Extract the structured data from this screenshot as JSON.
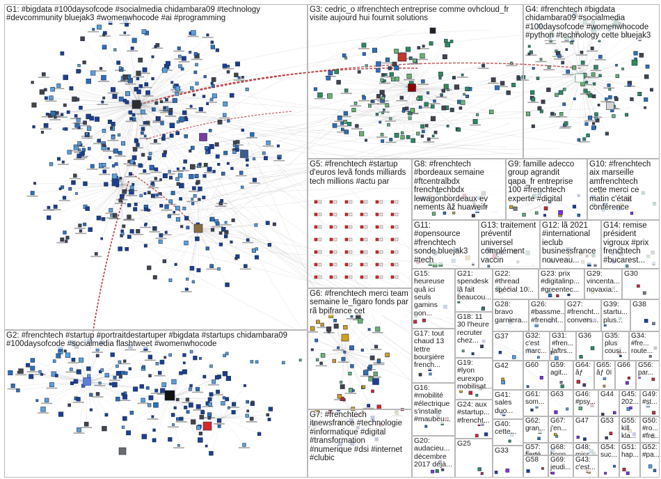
{
  "groups": [
    {
      "id": "G1",
      "label": "G1: #bigdata #100daysofcode #socialmedia chidambara09 #technology\n#devcommunity bluejak3 #womenwhocode #ai #programming"
    },
    {
      "id": "G2",
      "label": "G2: #frenchtech #startup #portraitdestartuper #bigdata #startups chidambara09\n#100daysofcode #socialmedia flashtweet #womenwhocode"
    },
    {
      "id": "G3",
      "label": "G3: cedric_o #frenchtech entreprise comme ovhcloud_fr\nvisite aujourd hui fournit solutions"
    },
    {
      "id": "G4",
      "label": "G4: #frenchtech #bigdata\nchidambara09 #socialmedia\n#100daysofcode #womenwhocode\n#python #technology cette bluejak3"
    },
    {
      "id": "G5",
      "label": "G5: #frenchtech #startup\nd'euros levã fonds milliards\ntech millions #actu par"
    },
    {
      "id": "G6",
      "label": "G6: #frenchtech merci team\nsemaine le_figaro fonds par\nrã bpifrance cet"
    },
    {
      "id": "G7",
      "label": "G7: #frenchtech\nitnewsfrance #technologie\n#informatique #digital\n#transformation\n#numerique #dsi #internet\n#clubic"
    },
    {
      "id": "G8",
      "label": "G8: #frenchtech\n#bordeaux semaine\n#ftcentralbdx\nfrenchtechbdx\nlewagonbordeaux ev\nnements ãž huaweifr"
    },
    {
      "id": "G9",
      "label": "G9: famille adecco\ngroup agrandit\nqapa_fr entreprise\n100 #frenchtech\nexperte #digital"
    },
    {
      "id": "G10",
      "label": "G10: #frenchtech\naix marseille\namfrenchtech\ncette merci ce\nmatin c'était\nconférence"
    },
    {
      "id": "G11",
      "label": "G11:\n#opensource\n#frenchtech\nsonde bluejak3\n#tech"
    },
    {
      "id": "G12",
      "label": "G12: lã 2021\n#international\nieclub\nbusinessfrance\nnouveau..."
    },
    {
      "id": "G13",
      "label": "G13: traitement\npréventif\nuniversel\ncomplément\nvaccin"
    },
    {
      "id": "G14",
      "label": "G14: remise\nprésident\nvigroux #prix\nfrenchtech\n#bucarest..."
    },
    {
      "id": "G15",
      "label": "G15:\nheureuse\nquã ici\nseuls\ngamins\nnon..."
    },
    {
      "id": "G16",
      "label": "G16:\n#mobilité\n#électrique\ns'installe\n#maubeu..."
    },
    {
      "id": "G17",
      "label": "G17: tout\nchaud 13\nlettre\nboursière\nfrench..."
    },
    {
      "id": "G18",
      "label": "G18: 11\n30 l'heure\nrecruter\nchez..."
    },
    {
      "id": "G19",
      "label": "G19:\n#lyon\neurexpo\nmobilisat..."
    },
    {
      "id": "G20",
      "label": "G20:\naudacieu...\ndécembre\n2017 déjà..."
    },
    {
      "id": "G21",
      "label": "G21:\nspendesk\nlã fait\nbeaucou..."
    },
    {
      "id": "G22",
      "label": "G22:\n#thread\nspécial 10..."
    },
    {
      "id": "G23",
      "label": "G23: prix\n#digitalinp...\n#greentec..."
    },
    {
      "id": "G24",
      "label": "G24: aux\n#startup...\n#frencht..."
    },
    {
      "id": "G25",
      "label": "G25"
    },
    {
      "id": "G26",
      "label": "G26:\n#bassme...\n#frencht..."
    },
    {
      "id": "G27",
      "label": "G27:\n#frencht...\nconvers..."
    },
    {
      "id": "G28",
      "label": "G28:\nbravo\ngarniera..."
    },
    {
      "id": "G29",
      "label": "G29:\nvincenta...\nnovaxia..."
    },
    {
      "id": "G30",
      "label": "G30"
    },
    {
      "id": "G31",
      "label": "G31:\n#fren...\nlaftrs..."
    },
    {
      "id": "G32",
      "label": "G32:\nc'est\nmarc..."
    },
    {
      "id": "G33",
      "label": "G33"
    },
    {
      "id": "G34",
      "label": "G34:\n#fre...\nroute..."
    },
    {
      "id": "G35",
      "label": "G35:\nplus\ncousi..."
    },
    {
      "id": "G36",
      "label": "G36"
    },
    {
      "id": "G37",
      "label": "G37"
    },
    {
      "id": "G38",
      "label": "G38"
    },
    {
      "id": "G39",
      "label": "G39:\nstartu...\nplus..."
    },
    {
      "id": "G40",
      "label": "G40:\ncette..."
    },
    {
      "id": "G41",
      "label": "G41:\nsales\nduo..."
    },
    {
      "id": "G42",
      "label": "G42"
    },
    {
      "id": "G43",
      "label": "G43:\nc'est..."
    },
    {
      "id": "G44",
      "label": "G44"
    },
    {
      "id": "G45",
      "label": "G45:\n202..."
    },
    {
      "id": "G46",
      "label": "G46:\n#psy..."
    },
    {
      "id": "G47",
      "label": "G47"
    },
    {
      "id": "G48",
      "label": "G48:\nmiss..."
    },
    {
      "id": "G49",
      "label": "G49:\n#st..."
    },
    {
      "id": "G50",
      "label": "G50:\n#ro...\n#fre..."
    },
    {
      "id": "G51",
      "label": "G51:\nhap..."
    },
    {
      "id": "G52",
      "label": "G52:\n#pa..."
    },
    {
      "id": "G53",
      "label": "G53"
    },
    {
      "id": "G54",
      "label": "G54:\nsuc..."
    },
    {
      "id": "G55",
      "label": "G55:\nkill\nkla..."
    },
    {
      "id": "G56",
      "label": "G56:\npar..."
    },
    {
      "id": "G57",
      "label": "G57:\nfierté..."
    },
    {
      "id": "G58",
      "label": "G58"
    },
    {
      "id": "G59",
      "label": "G59:\nagit..."
    },
    {
      "id": "G60",
      "label": "G60"
    },
    {
      "id": "G61",
      "label": "G61:\nsom..."
    },
    {
      "id": "G62",
      "label": "G62:\ngran..."
    },
    {
      "id": "G63",
      "label": "G63"
    },
    {
      "id": "G64",
      "label": "G64:\nâƒ"
    },
    {
      "id": "G65",
      "label": "G65:\nâƒ 0ï"
    },
    {
      "id": "G66",
      "label": "G66"
    },
    {
      "id": "G67",
      "label": "G67:\nj'en..."
    },
    {
      "id": "G68",
      "label": "G68:\nbonn..."
    },
    {
      "id": "G69",
      "label": "G69:\njeudi..."
    }
  ],
  "colors": {
    "box_border": "#b8b8b8",
    "edge_gray": "#9a9a9a",
    "edge_red": "#b3262b",
    "node_palette": [
      "#1c3f8f",
      "#2f6fb5",
      "#5aa0d8",
      "#2e8b57",
      "#6bb36b",
      "#8a2be2",
      "#d4a017",
      "#d62728",
      "#444444",
      "#7f7f7f"
    ]
  }
}
